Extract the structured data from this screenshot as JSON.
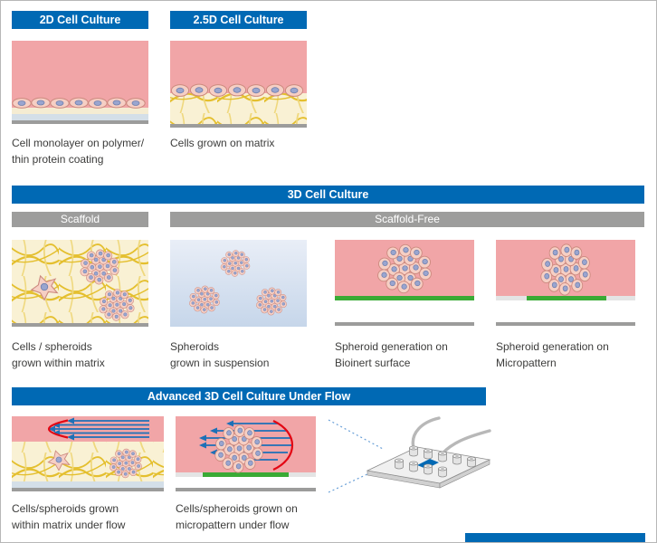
{
  "colors": {
    "header_blue": "#0069b4",
    "subheader_gray": "#9d9d9c",
    "panel_pink": "#f1a5a7",
    "matrix_cream": "#f9f1d4",
    "fiber_yellow": "#e4bf2e",
    "fiber_light": "#efd87e",
    "cell_body": "#f6cfc4",
    "cell_stroke": "#cd8a7f",
    "nucleus": "#99a5cf",
    "nucleus_stroke": "#6f7fae",
    "green_surface": "#3aaa35",
    "strip_blue": "#d4dfe8",
    "strip_gray": "#9c9c9b",
    "strip_light": "#e4e4e4",
    "coat_cream": "#f5ecd2",
    "susp_top": "#e9eef7",
    "susp_bottom": "#c6d6ea",
    "flow_blue": "#1d70b7",
    "flow_red": "#e30613",
    "dotted_blue": "#6aa0d8",
    "caption_text": "#3c3c3b",
    "page_border": "#b7b7b7"
  },
  "headers": {
    "h2d": "2D Cell Culture",
    "h25d": "2.5D Cell Culture",
    "h3d": "3D Cell Culture",
    "scaffold": "Scaffold",
    "scaffold_free": "Scaffold-Free",
    "advanced": "Advanced 3D Cell Culture Under Flow"
  },
  "captions": {
    "monolayer": "Cell monolayer on polymer/\nthin protein coating",
    "on_matrix": "Cells grown on matrix",
    "within_matrix": "Cells / spheroids\ngrown within matrix",
    "suspension": "Spheroids\ngrown in suspension",
    "bioinert": "Spheroid generation on\nBioinert surface",
    "micropattern": "Spheroid generation on\nMicropattern",
    "flow_matrix": "Cells/spheroids grown\nwithin matrix under flow",
    "flow_micropattern": "Cells/spheroids grown on\nmicropattern under flow"
  }
}
